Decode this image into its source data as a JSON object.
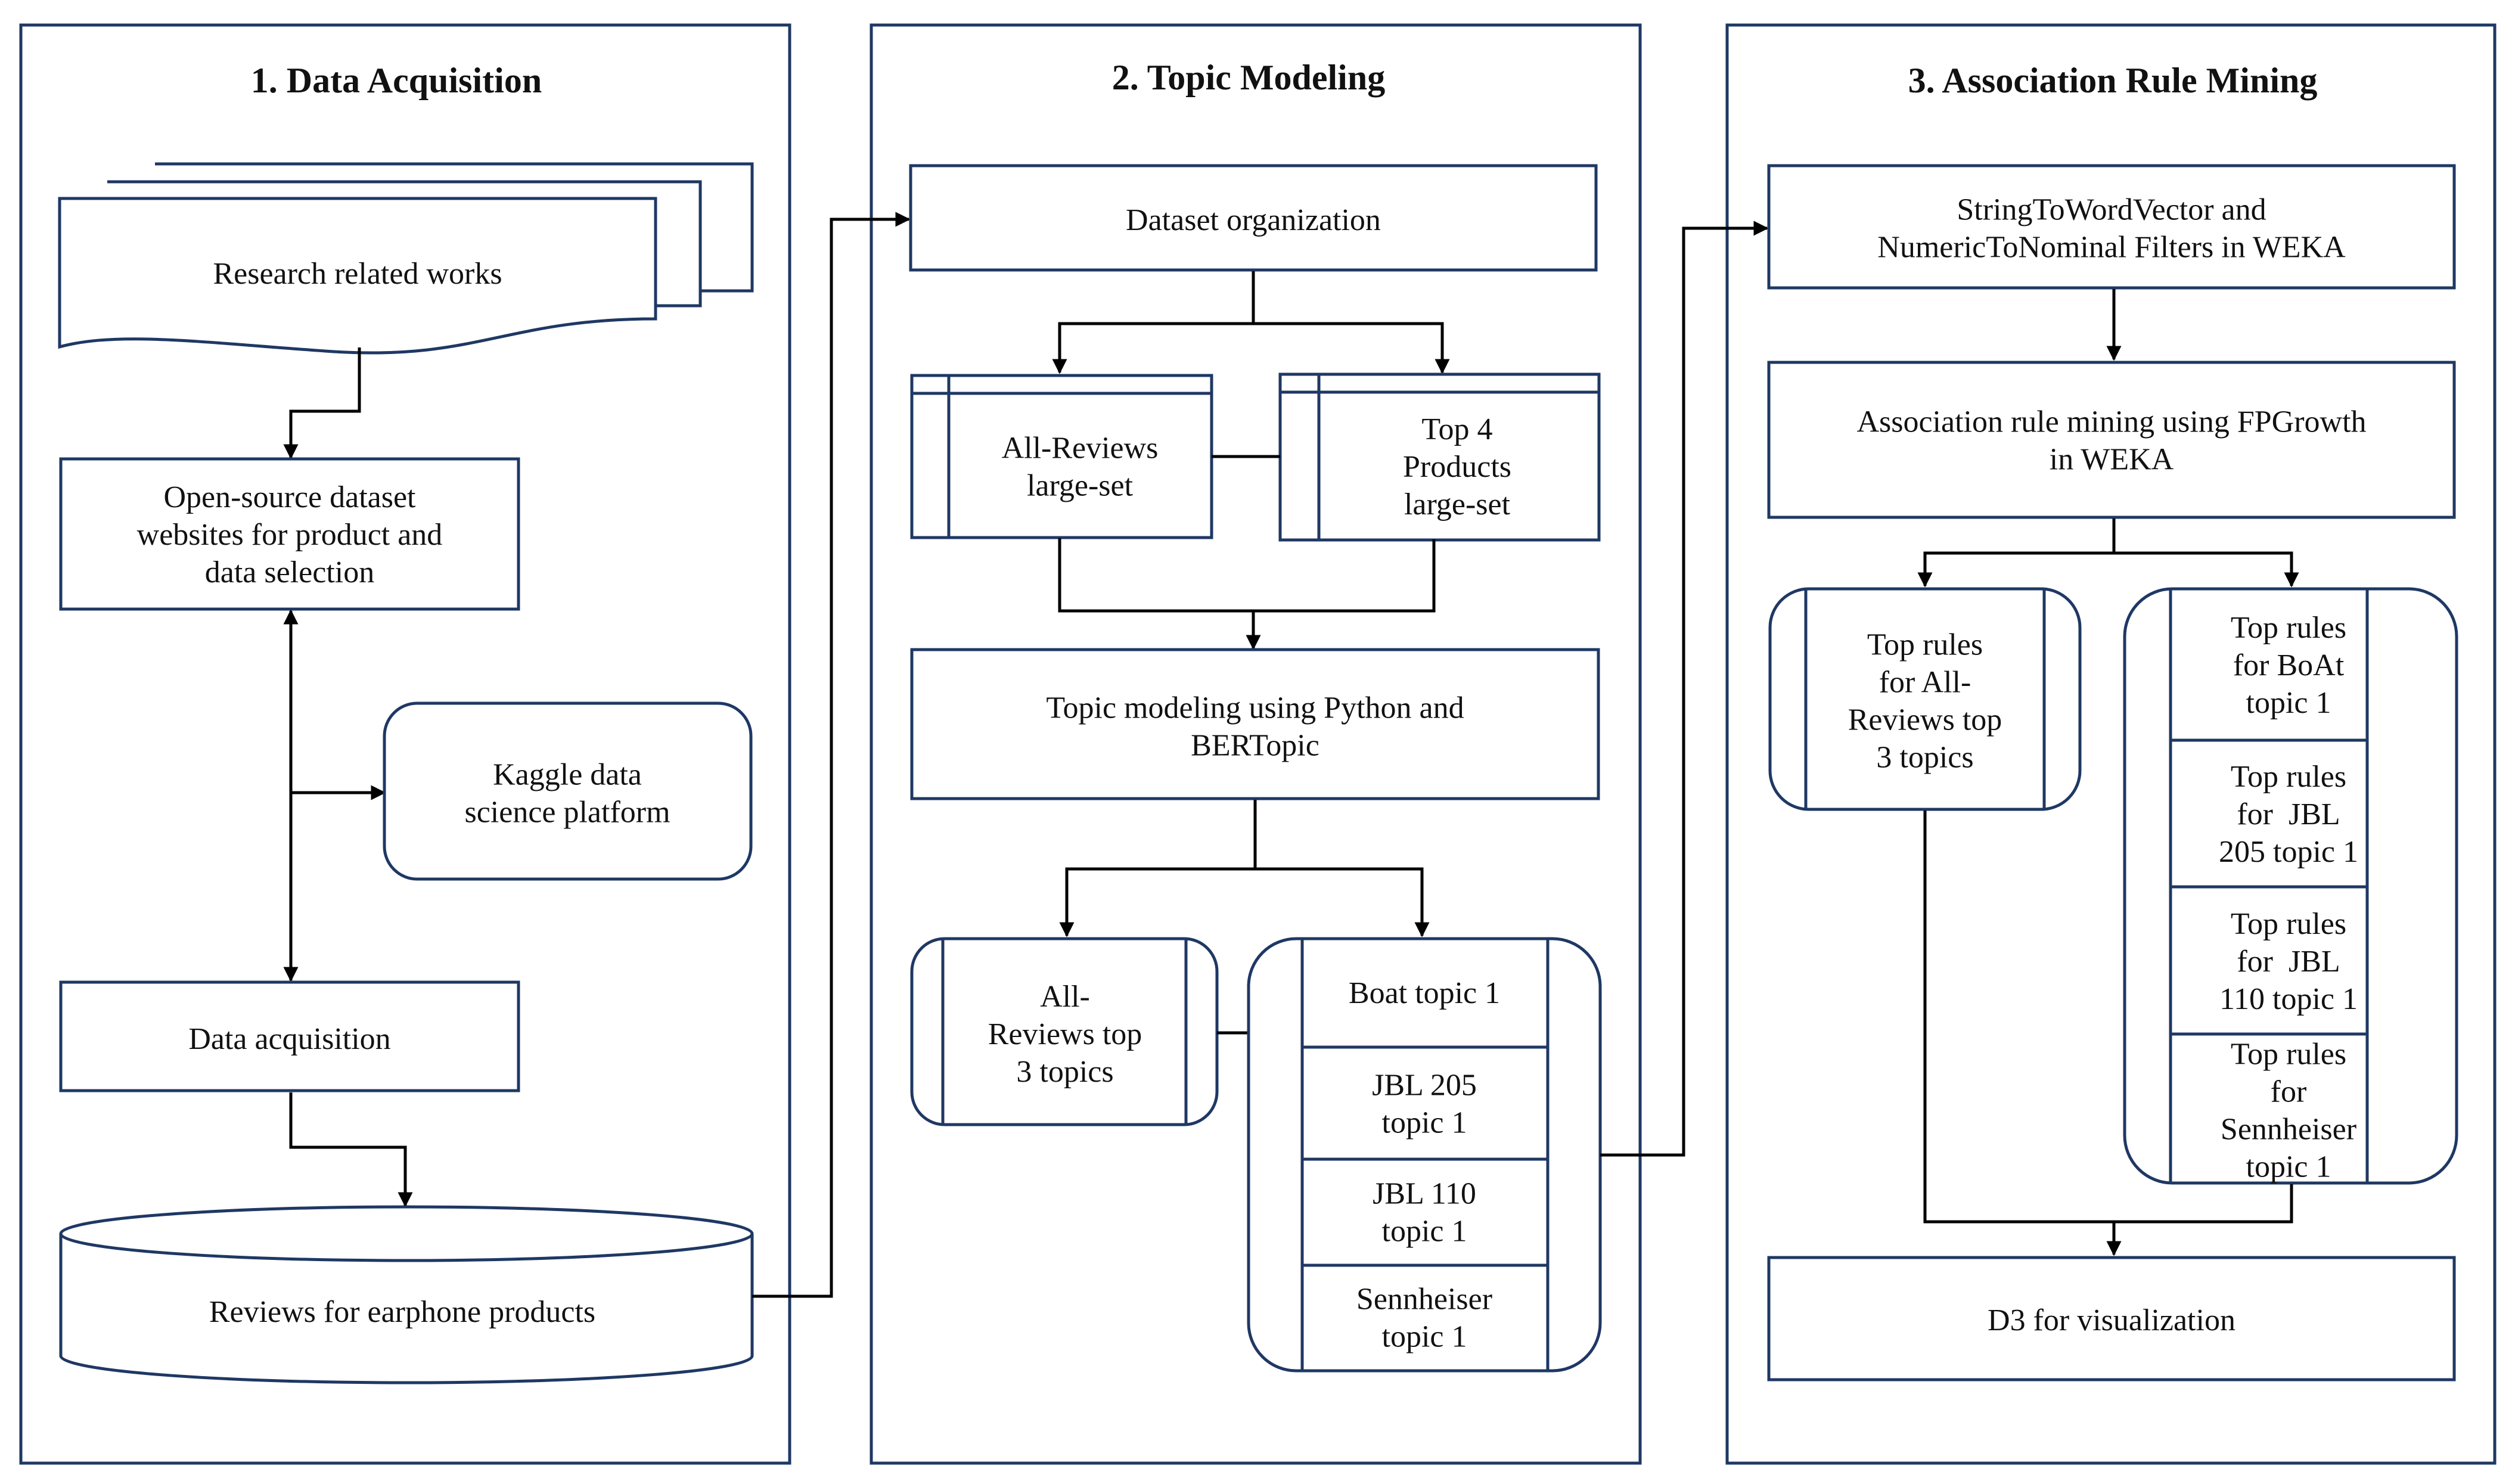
{
  "colors": {
    "box_border": "#1f3864",
    "arrow": "#000000",
    "text": "#111111",
    "background": "#ffffff"
  },
  "panels": {
    "acquisition": {
      "title": "1. Data Acquisition"
    },
    "topic": {
      "title": "2. Topic Modeling"
    },
    "association": {
      "title": "3. Association Rule Mining"
    }
  },
  "acquisition": {
    "research": [
      "Research related works"
    ],
    "opensource": [
      "Open-source dataset",
      "websites for product and",
      "data selection"
    ],
    "kaggle": [
      "Kaggle data",
      "science platform"
    ],
    "acq": [
      "Data acquisition"
    ],
    "reviews": [
      "Reviews for earphone products"
    ]
  },
  "topic": {
    "dataset_org": [
      "Dataset organization"
    ],
    "all_reviews_set": [
      "All-Reviews",
      "large-set"
    ],
    "top4_set": [
      "Top 4",
      "Products",
      "large-set"
    ],
    "modeling": [
      "Topic modeling using Python and",
      "BERTopic"
    ],
    "all_top3": [
      "All-",
      "Reviews top",
      "3 topics"
    ],
    "products": [
      [
        "Boat topic 1"
      ],
      [
        "JBL 205",
        "topic 1"
      ],
      [
        "JBL 110",
        "topic 1"
      ],
      [
        "Sennheiser",
        "topic 1"
      ]
    ]
  },
  "association": {
    "filters": [
      "StringToWordVector and",
      "NumericToNominal Filters in WEKA"
    ],
    "fpgrowth": [
      "Association rule mining using FPGrowth",
      "in WEKA"
    ],
    "all_rules": [
      "Top rules",
      "for All-",
      "Reviews top",
      "3 topics"
    ],
    "product_rules": [
      [
        "Top rules",
        "for BoAt",
        "topic 1"
      ],
      [
        "Top rules",
        "for  JBL",
        "205 topic 1"
      ],
      [
        "Top rules",
        "for  JBL",
        "110 topic 1"
      ],
      [
        "Top rules",
        "for",
        "Sennheiser",
        "topic 1"
      ]
    ],
    "d3": [
      "D3 for visualization"
    ]
  }
}
